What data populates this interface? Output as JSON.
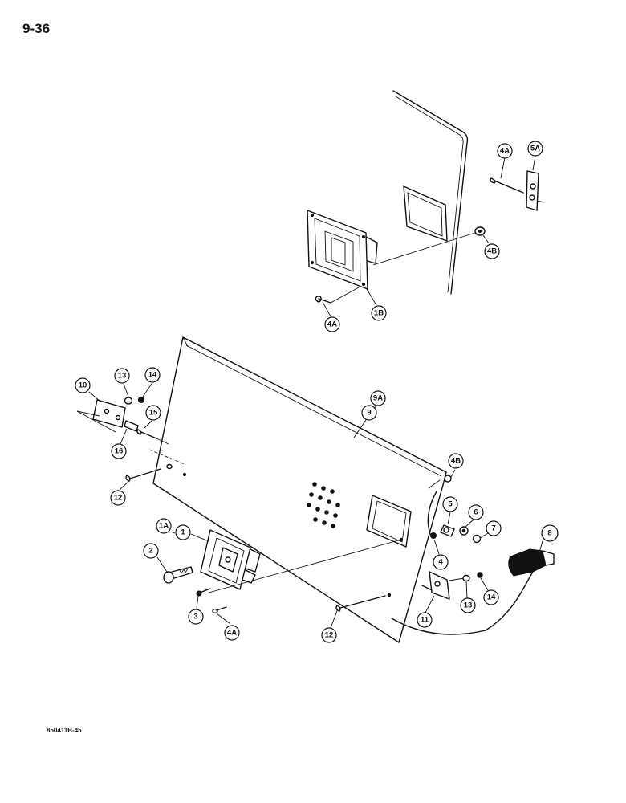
{
  "page_number": "9-36",
  "figure_code": "850411B-45",
  "callouts": {
    "c_4a_top": "4A",
    "c_5a": "5A",
    "c_4b_top": "4B",
    "c_1b": "1B",
    "c_4a_mid": "4A",
    "c_10": "10",
    "c_13_left": "13",
    "c_14_left": "14",
    "c_15": "15",
    "c_16": "16",
    "c_9a": "9A",
    "c_9": "9",
    "c_4b_right": "4B",
    "c_12_left": "12",
    "c_5": "5",
    "c_6": "6",
    "c_7": "7",
    "c_8": "8",
    "c_1a": "1A",
    "c_1": "1",
    "c_4": "4",
    "c_2": "2",
    "c_3": "3",
    "c_4a_bottom": "4A",
    "c_11": "11",
    "c_13_right": "13",
    "c_14_right": "14",
    "c_12_bottom": "12"
  }
}
